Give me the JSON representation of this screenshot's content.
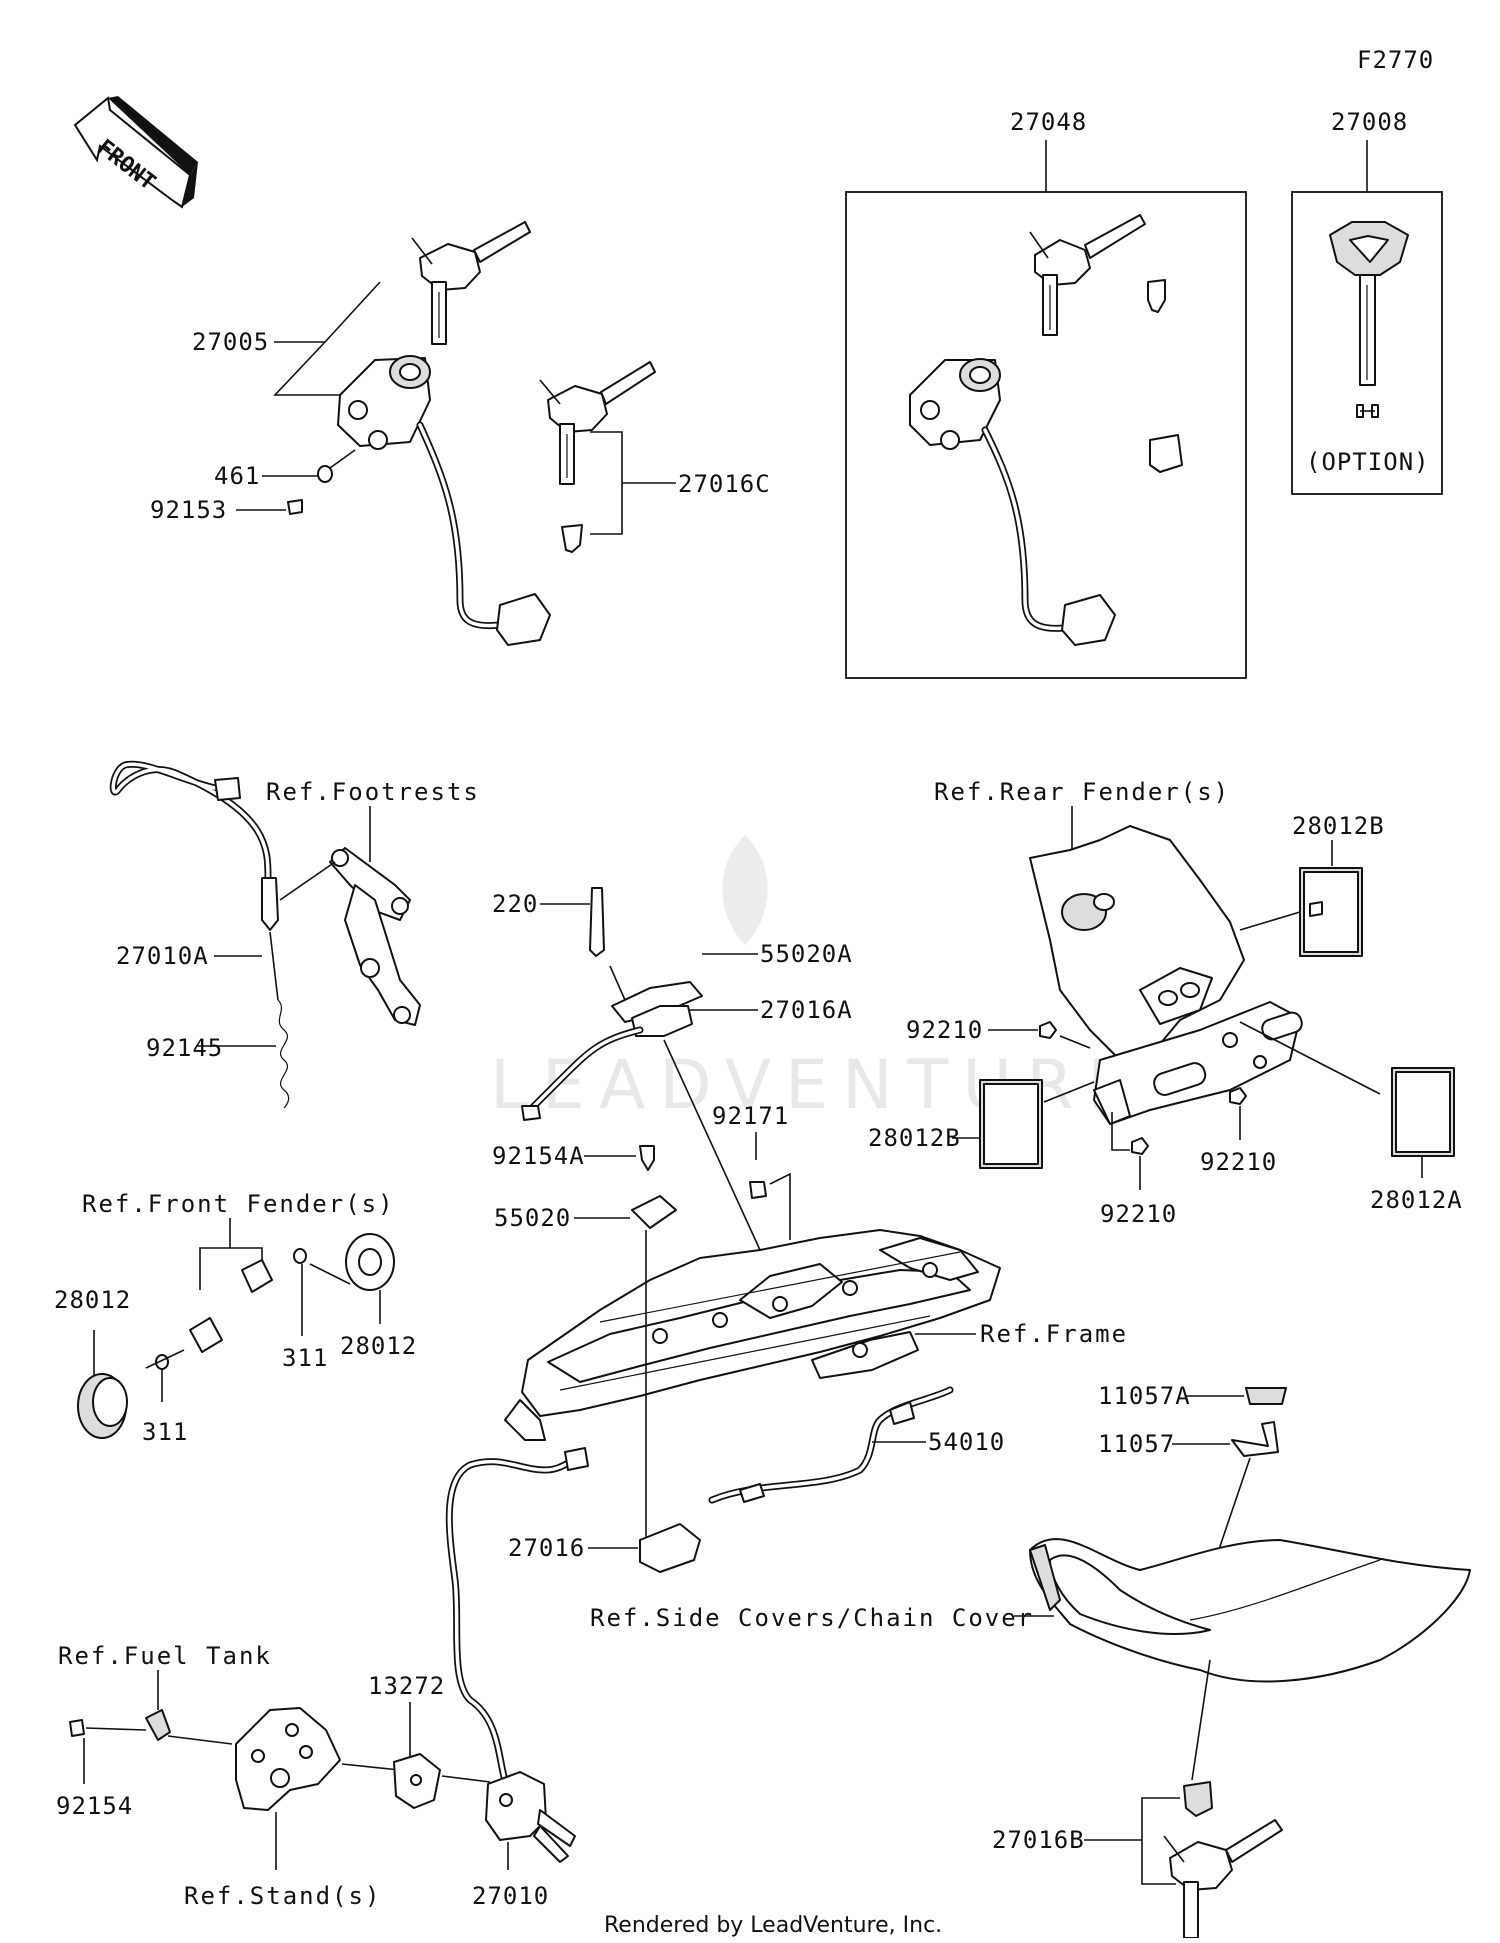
{
  "figure_id": "F2770",
  "front_arrow": "FRONT",
  "watermark": "LEADVENTURE",
  "footer": "Rendered by LeadVenture, Inc.",
  "option_note": "(OPTION)",
  "labels": {
    "p27048": "27048",
    "p27008": "27008",
    "p27005": "27005",
    "p461": "461",
    "p92153": "92153",
    "p27016C": "27016C",
    "ref_footrests": "Ref.Footrests",
    "p27010A": "27010A",
    "p92145": "92145",
    "ref_rear_fender": "Ref.Rear Fender(s)",
    "p28012B_top": "28012B",
    "p92210_a": "92210",
    "p28012B_left": "28012B",
    "p92210_b": "92210",
    "p92210_c": "92210",
    "p28012A": "28012A",
    "p220": "220",
    "p55020A": "55020A",
    "p27016A": "27016A",
    "p92171": "92171",
    "p92154A": "92154A",
    "p55020": "55020",
    "ref_frame": "Ref.Frame",
    "ref_front_fender": "Ref.Front Fender(s)",
    "p28012_left": "28012",
    "p28012_right": "28012",
    "p311_a": "311",
    "p311_b": "311",
    "p11057A": "11057A",
    "p11057": "11057",
    "p54010": "54010",
    "p27016": "27016",
    "ref_side_covers": "Ref.Side Covers/Chain Cover",
    "ref_fuel_tank": "Ref.Fuel Tank",
    "p13272": "13272",
    "p92154": "92154",
    "ref_stand": "Ref.Stand(s)",
    "p27010": "27010",
    "p27016B": "27016B"
  }
}
